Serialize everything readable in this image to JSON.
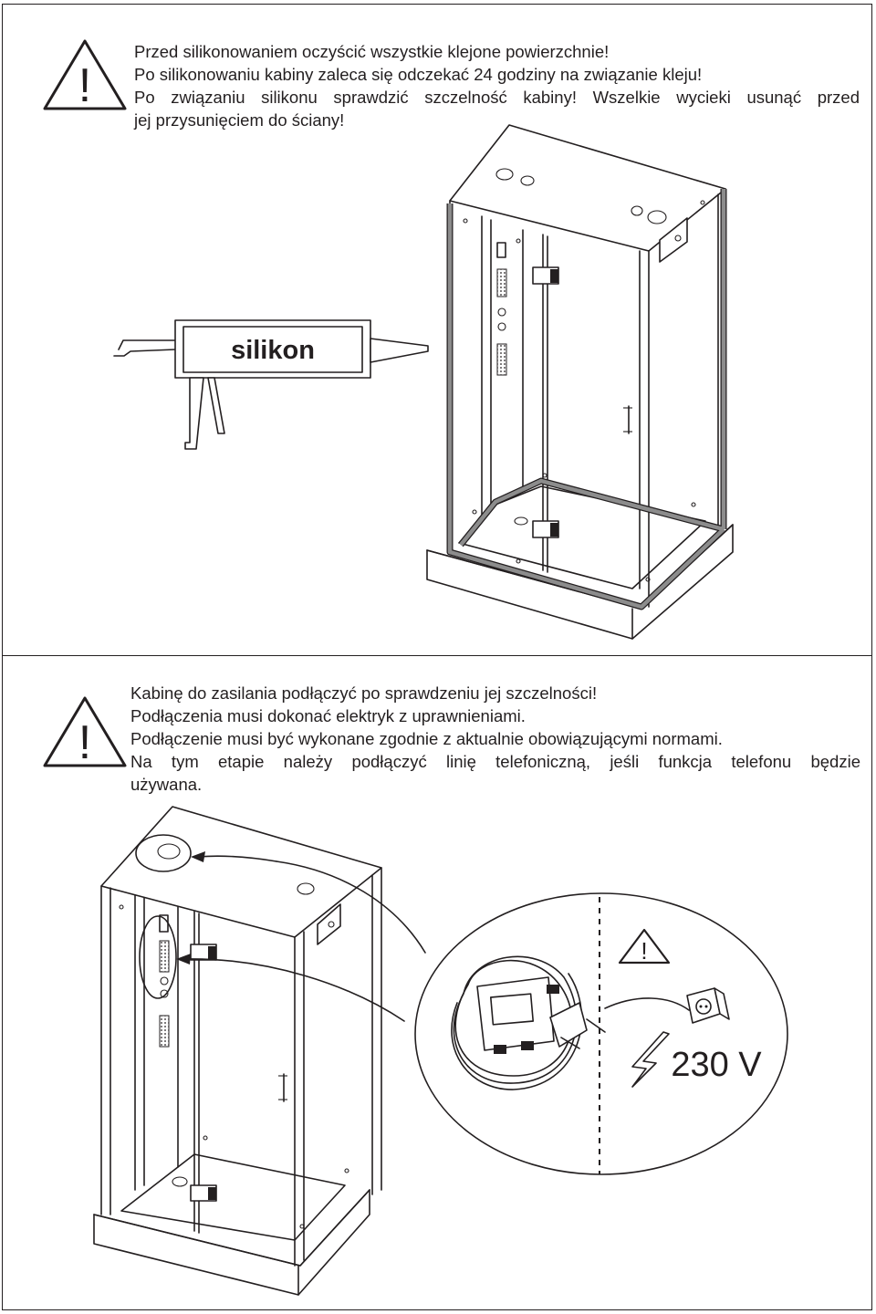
{
  "section_1": {
    "warning_symbol": "!",
    "lines": [
      "Przed silikonowaniem oczyścić wszystkie klejone powierzchnie!",
      "Po silikonowaniu kabiny zaleca się odczekać 24 godziny na związanie kleju!",
      "Po związaniu silikonu sprawdzić szczelność kabiny! Wszelkie wycieki usunąć przed",
      "jej przysunięciem do ściany!"
    ],
    "gun_label": "silikon"
  },
  "section_2": {
    "warning_symbol": "!",
    "lines": [
      "Kabinę do zasilania podłączyć po sprawdzeniu jej szczelności!",
      "Podłączenia musi dokonać elektryk z uprawnieniami.",
      "Podłączenie musi być wykonane zgodnie z aktualnie obowiązującymi normami.",
      "Na tym etapie należy podłączyć linię telefoniczną, jeśli funkcja telefonu będzie",
      "używana."
    ],
    "inset_warning_symbol": "!",
    "voltage_label": "230 V"
  }
}
